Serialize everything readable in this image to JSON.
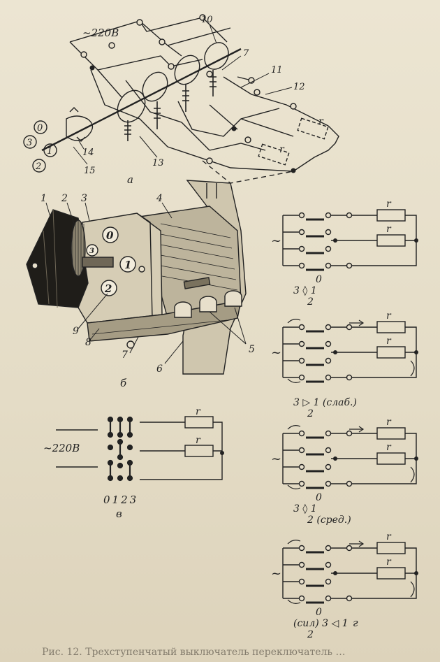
{
  "diagram_a": {
    "voltage": "~220B",
    "caption": "а",
    "callouts": [
      "10",
      "7",
      "11",
      "12",
      "13",
      "14",
      "15"
    ],
    "resistor": "r",
    "dial": [
      "0",
      "1",
      "2",
      "3"
    ]
  },
  "diagram_b": {
    "caption": "б",
    "callouts": [
      "1",
      "2",
      "3",
      "4",
      "5",
      "6",
      "7",
      "8",
      "9"
    ],
    "dial": [
      "0",
      "1",
      "2",
      "3"
    ]
  },
  "diagram_v": {
    "voltage": "~220B",
    "positions": "0123",
    "caption": "в",
    "resistor": "r"
  },
  "diagram_g": {
    "panels": [
      {
        "pos0": "0",
        "pos_line": "3 ◊ 1",
        "pos2": "2",
        "note": ""
      },
      {
        "pos0": "",
        "pos_line": "3 ▷ 1 (слаб.)",
        "pos2": "2",
        "note": ""
      },
      {
        "pos0": "0",
        "pos_line": "3 ◊ 1",
        "pos2": "2 (сред.)",
        "note": ""
      },
      {
        "pos0": "0",
        "pos_line": "(сил) 3 ◁ 1",
        "pos2": "2",
        "note": "г"
      }
    ],
    "resistor": "r",
    "mains": "~"
  },
  "caption_text": "Рис. 12. Трехступенчатый выключатель переключатель …"
}
